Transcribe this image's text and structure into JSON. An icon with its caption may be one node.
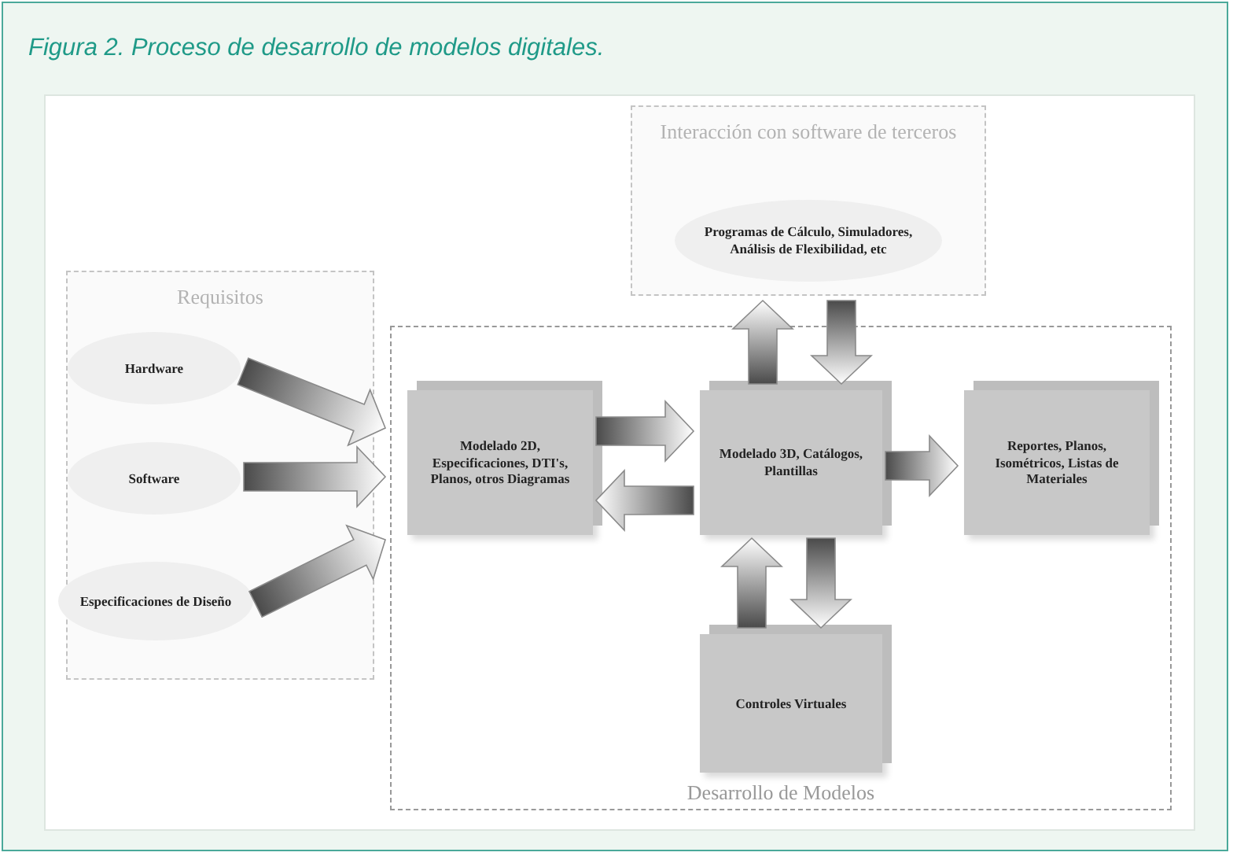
{
  "diagram": {
    "title": "Figura 2. Proceso de desarrollo de modelos digitales.",
    "nodes": [
      {
        "text": [
          "Requisitos"
        ]
      },
      {
        "text": [
          "Hardware"
        ],
        "in": 0
      },
      {
        "text": [
          "Software"
        ],
        "in": 0
      },
      {
        "text": [
          "Especificaciones de Diseño"
        ],
        "in": 0
      },
      {
        "text": [
          "Interacción con software de terceros"
        ]
      },
      {
        "text": [
          "Programas de Cálculo, Simuladores, Análisis de Flexibilidad, etc"
        ],
        "in": 4
      },
      {
        "text": [
          "Desarrollo de Modelos"
        ]
      },
      {
        "text": [
          "Modelado 2D, Especificaciones, DTI's, Planos, otros Diagramas"
        ],
        "in": 6
      },
      {
        "text": [
          "Modelado 3D, Catálogos, Plantillas"
        ],
        "in": 6
      },
      {
        "text": [
          "Reportes, Planos, Isométricos, Listas de Materiales"
        ],
        "in": 6
      },
      {
        "text": [
          "Controles Virtuales"
        ],
        "in": 6
      }
    ],
    "edges": [
      {
        "from": 1,
        "to": 6,
        "arrow": "to"
      },
      {
        "from": 2,
        "to": 6,
        "arrow": "to"
      },
      {
        "from": 3,
        "to": 6,
        "arrow": "to"
      },
      {
        "from": 7,
        "to": 8,
        "arrow": "to"
      },
      {
        "from": 8,
        "to": 7,
        "arrow": "to"
      },
      {
        "from": 8,
        "to": 9,
        "arrow": "to"
      },
      {
        "from": 8,
        "to": 4,
        "arrow": "to"
      },
      {
        "from": 4,
        "to": 8,
        "arrow": "to"
      },
      {
        "from": 10,
        "to": 8,
        "arrow": "to"
      },
      {
        "from": 8,
        "to": 10,
        "arrow": "to"
      }
    ]
  }
}
